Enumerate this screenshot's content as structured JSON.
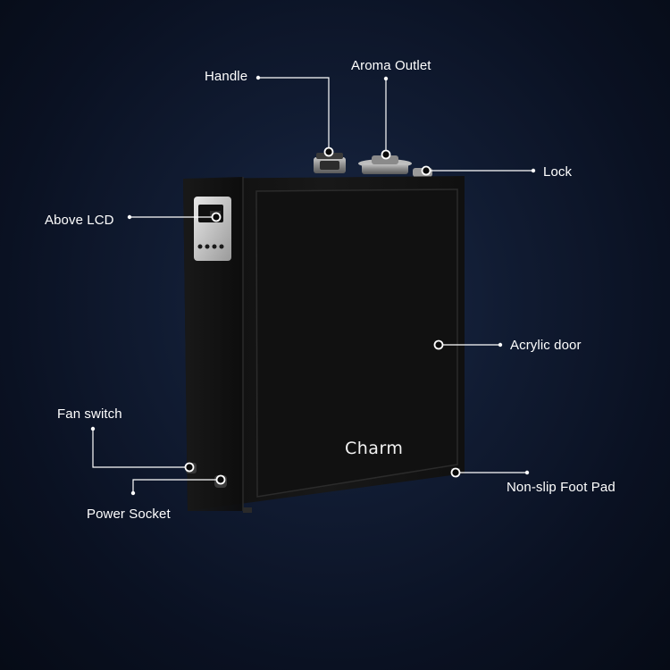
{
  "brand": "Charm",
  "callouts": {
    "handle": "Handle",
    "aroma_outlet": "Aroma Outlet",
    "lock": "Lock",
    "above_lcd": "Above LCD",
    "acrylic_door": "Acrylic door",
    "fan_switch": "Fan switch",
    "power_socket": "Power Socket",
    "foot_pad": "Non-slip Foot Pad"
  },
  "colors": {
    "background": "#0b1426",
    "device_body": "#141414",
    "callout_line": "#ffffff",
    "text": "#ffffff"
  }
}
